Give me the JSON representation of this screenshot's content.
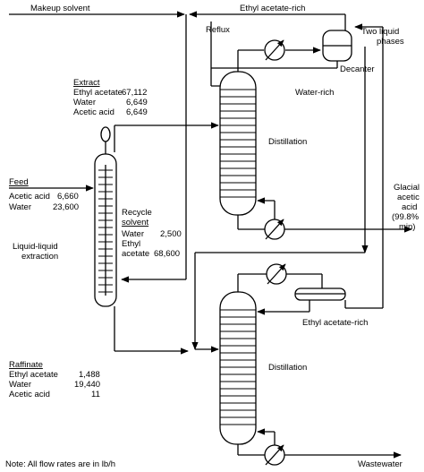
{
  "streams": {
    "makeup_solvent": "Makeup solvent",
    "ethyl_acetate_rich_top": "Ethyl acetate-rich",
    "reflux": "Reflux",
    "two_liquid_phases_1": "Two liquid",
    "two_liquid_phases_2": "phases",
    "decanter": "Decanter",
    "water_rich": "Water-rich",
    "glacial_1": "Glacial",
    "glacial_2": "acetic",
    "glacial_3": "acid",
    "glacial_4": "(99.8%",
    "glacial_5": "min)",
    "ethyl_acetate_rich_bottom": "Ethyl acetate-rich",
    "wastewater": "Wastewater"
  },
  "units": {
    "distillation_1": "Distillation",
    "distillation_2": "Distillation",
    "lle_1": "Liquid-liquid",
    "lle_2": "extraction"
  },
  "extract": {
    "title": "Extract",
    "rows": [
      {
        "name": "Ethyl acetate",
        "value": "67,112"
      },
      {
        "name": "Water",
        "value": "6,649"
      },
      {
        "name": "Acetic acid",
        "value": "6,649"
      }
    ]
  },
  "feed": {
    "title": "Feed",
    "rows": [
      {
        "name": "Acetic acid",
        "value": "6,660"
      },
      {
        "name": "Water",
        "value": "23,600"
      }
    ]
  },
  "recycle": {
    "title_1": "Recycle",
    "title_2": "solvent",
    "rows": [
      {
        "name": "Water",
        "value": "2,500"
      },
      {
        "name": "Ethyl",
        "value": ""
      },
      {
        "name": "acetate",
        "value": "68,600"
      }
    ]
  },
  "raffinate": {
    "title": "Raffinate",
    "rows": [
      {
        "name": "Ethyl acetate",
        "value": "1,488"
      },
      {
        "name": "Water",
        "value": "19,440"
      },
      {
        "name": "Acetic acid",
        "value": "11"
      }
    ]
  },
  "note": "Note: All flow rates are in lb/h"
}
